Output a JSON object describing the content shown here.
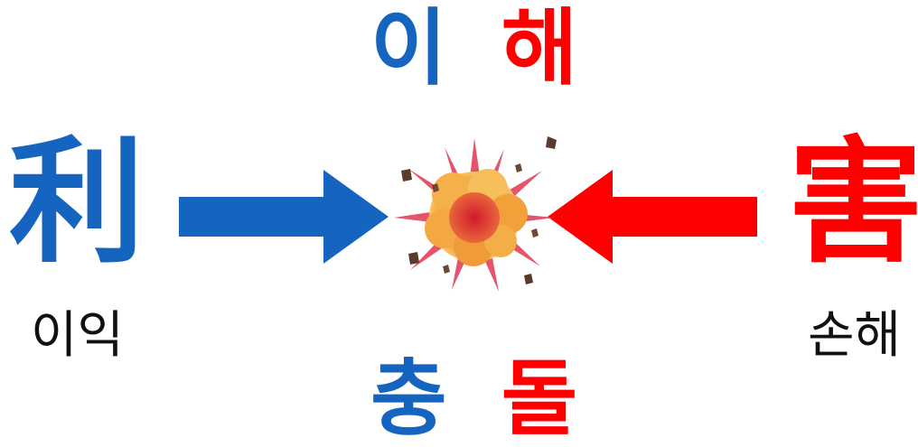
{
  "colors": {
    "blue": "#1565C0",
    "red": "#FF0000",
    "text": "#111111"
  },
  "title_top": {
    "left": "이",
    "right": "해"
  },
  "title_bottom": {
    "left": "충",
    "right": "돌"
  },
  "left_side": {
    "hanja": "利",
    "meaning": "이익"
  },
  "right_side": {
    "hanja": "害",
    "meaning": "손해"
  },
  "icons": {
    "left_arrow": "arrow-right-icon",
    "right_arrow": "arrow-left-icon",
    "center": "explosion-icon"
  }
}
